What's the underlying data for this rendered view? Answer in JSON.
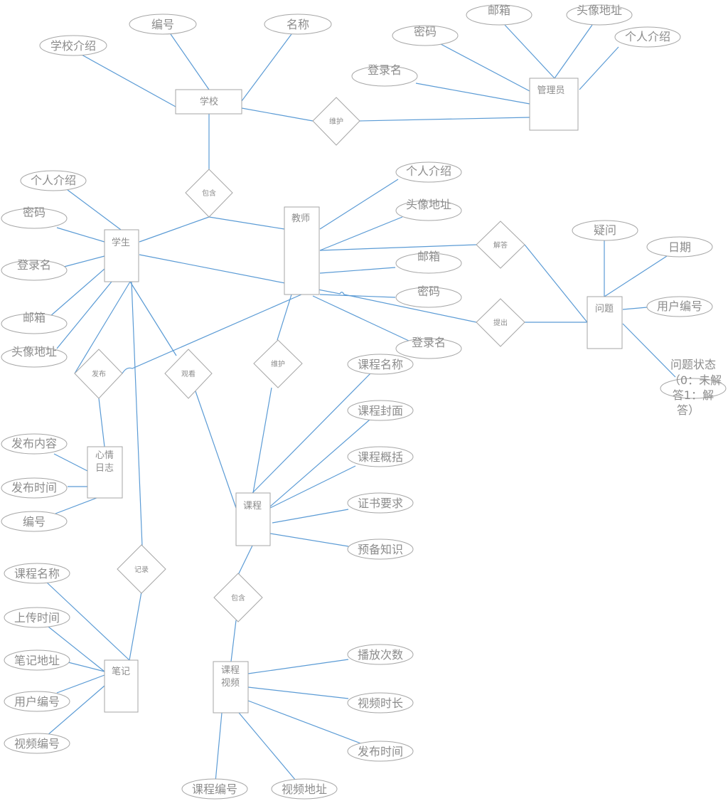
{
  "entities": {
    "school": "学校",
    "admin": "管理员",
    "student": "学生",
    "teacher": "教师",
    "question": "问题",
    "mood_log": [
      "心情",
      "日志"
    ],
    "course": "课程",
    "note": "笔记",
    "course_video": [
      "课程",
      "视频"
    ]
  },
  "relationships": {
    "maintain_school": "维护",
    "contain_school": "包含",
    "answer": "解答",
    "raise": "提出",
    "publish": "发布",
    "watch": "观看",
    "maintain_course": "维护",
    "record": "记录",
    "contain_course": "包含"
  },
  "attributes": {
    "school": {
      "intro": "学校介绍",
      "number": "编号",
      "name": "名称"
    },
    "admin": {
      "password": "密码",
      "email": "邮箱",
      "avatar": "头像地址",
      "intro": "个人介绍",
      "login": "登录名"
    },
    "student": {
      "intro": "个人介绍",
      "password": "密码",
      "login": "登录名",
      "email": "邮箱",
      "avatar": "头像地址"
    },
    "teacher": {
      "intro": "个人介绍",
      "avatar": "头像地址",
      "email": "邮箱",
      "password": "密码",
      "login": "登录名"
    },
    "question": {
      "doubt": "疑问",
      "date": "日期",
      "user_no": "用户编号",
      "status": [
        "问题状态",
        "（0：未解",
        "答1：解",
        "答）"
      ]
    },
    "mood_log": {
      "content": "发布内容",
      "time": "发布时间",
      "number": "编号"
    },
    "course": {
      "name": "课程名称",
      "cover": "课程封面",
      "summary": "课程概括",
      "cert": "证书要求",
      "prereq": "预备知识"
    },
    "note": {
      "course_name": "课程名称",
      "upload_time": "上传时间",
      "addr": "笔记地址",
      "user_no": "用户编号",
      "video_no": "视频编号"
    },
    "course_video": {
      "plays": "播放次数",
      "duration": "视频时长",
      "time": "发布时间",
      "course_no": "课程编号",
      "addr": "视频地址"
    }
  }
}
